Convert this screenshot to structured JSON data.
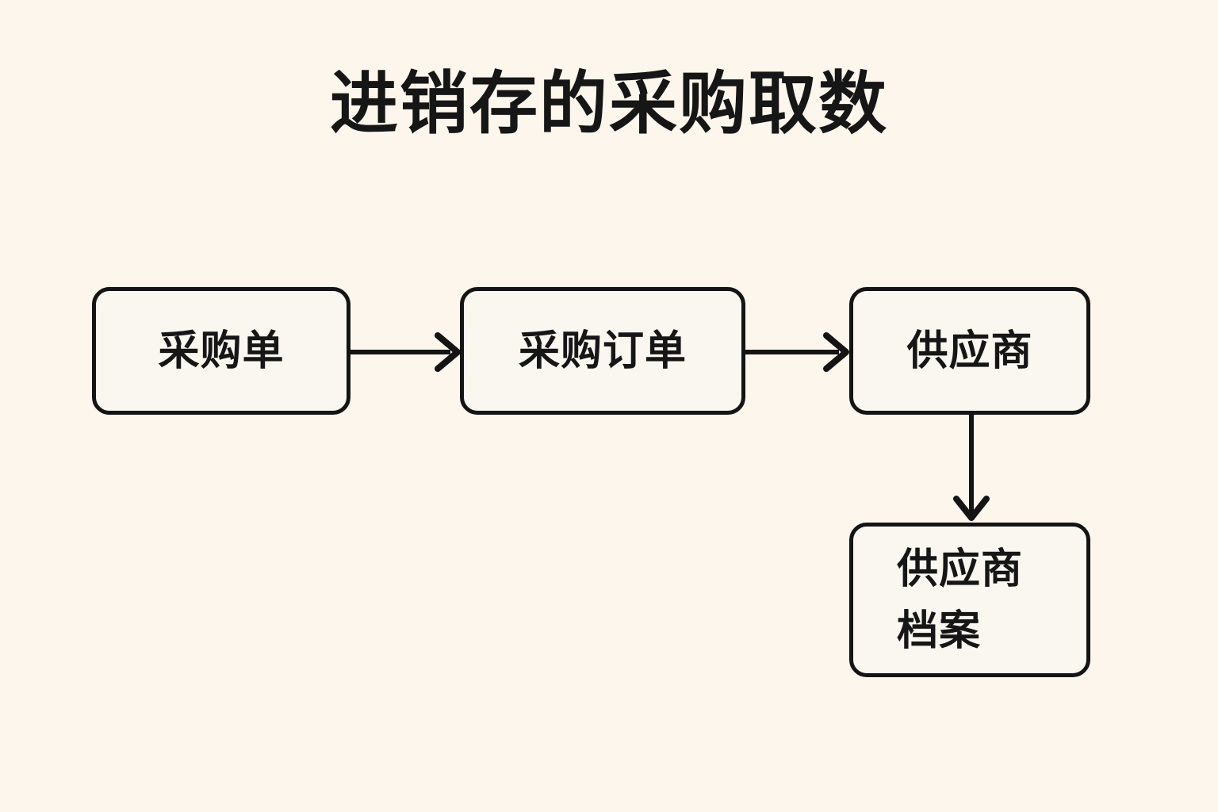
{
  "title": "进销存的采购取数",
  "theme": {
    "page_background": "#fdf6ec",
    "node_fill": "#faf7f0",
    "stroke": "#141414",
    "text": "#161616"
  },
  "diagram": {
    "type": "flowchart",
    "direction": "left-to-right with one downward branch",
    "nodes": [
      {
        "id": "purchase-request",
        "label": "采购单"
      },
      {
        "id": "purchase-order",
        "label": "采购订单"
      },
      {
        "id": "supplier",
        "label": "供应商"
      },
      {
        "id": "supplier-archive",
        "label": "供应商\n档案"
      }
    ],
    "edges": [
      {
        "id": "request-to-order",
        "from": "采购单",
        "to": "采购订单",
        "direction": "right",
        "label": ""
      },
      {
        "id": "order-to-supplier",
        "from": "采购订单",
        "to": "供应商",
        "direction": "right",
        "label": ""
      },
      {
        "id": "supplier-to-archive",
        "from": "供应商",
        "to": "供应商档案",
        "direction": "down",
        "label": ""
      }
    ]
  }
}
